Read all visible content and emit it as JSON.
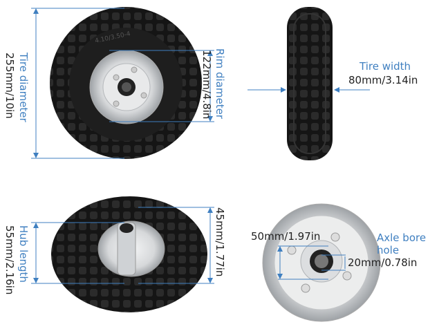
{
  "colors": {
    "accent": "#3f7fc0",
    "text": "#222222",
    "tire": "#1b1b1b",
    "rim": "#c9cccf"
  },
  "tire_marking": "4.10/3.50-4",
  "tire_diameter": {
    "label": "Tire diameter",
    "value": "255mm/10in"
  },
  "rim_diameter": {
    "label": "Rim diameter",
    "value": "122mm/4.8in"
  },
  "tire_width": {
    "label": "Tire width",
    "value": "80mm/3.14in"
  },
  "hub_length": {
    "label": "Hub length",
    "value": "55mm/2.16in"
  },
  "hub_dimension": {
    "value": "45mm/1.77in"
  },
  "rim_inner": {
    "value": "50mm/1.97in"
  },
  "axle_bore": {
    "label": "Axle bore hole",
    "value": "20mm/0.78in"
  }
}
